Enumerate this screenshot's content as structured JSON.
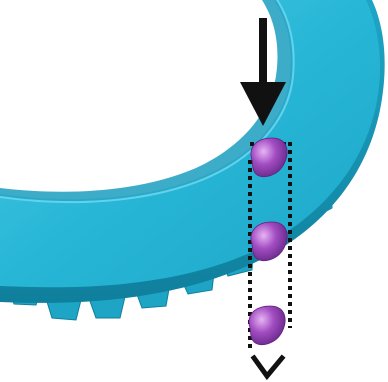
{
  "diagram": {
    "colors": {
      "background": "#ffffff",
      "ring_top": "#27b6d6",
      "ring_light": "#5fd3ec",
      "ring_side": "#1796b6",
      "ring_dark": "#0f7f9c",
      "arrow": "#111111",
      "particle": "#a24dc2",
      "particle_dark": "#6e2a8e",
      "particle_light": "#e0a6f0",
      "path_dots": "#111111"
    },
    "elements": {
      "ring": "gear-ring",
      "arrow": "down-arrow",
      "particles": [
        "particle-top",
        "particle-middle",
        "particle-bottom"
      ],
      "path": "dotted-path",
      "exit_arrow": "chevron-down-icon"
    }
  }
}
